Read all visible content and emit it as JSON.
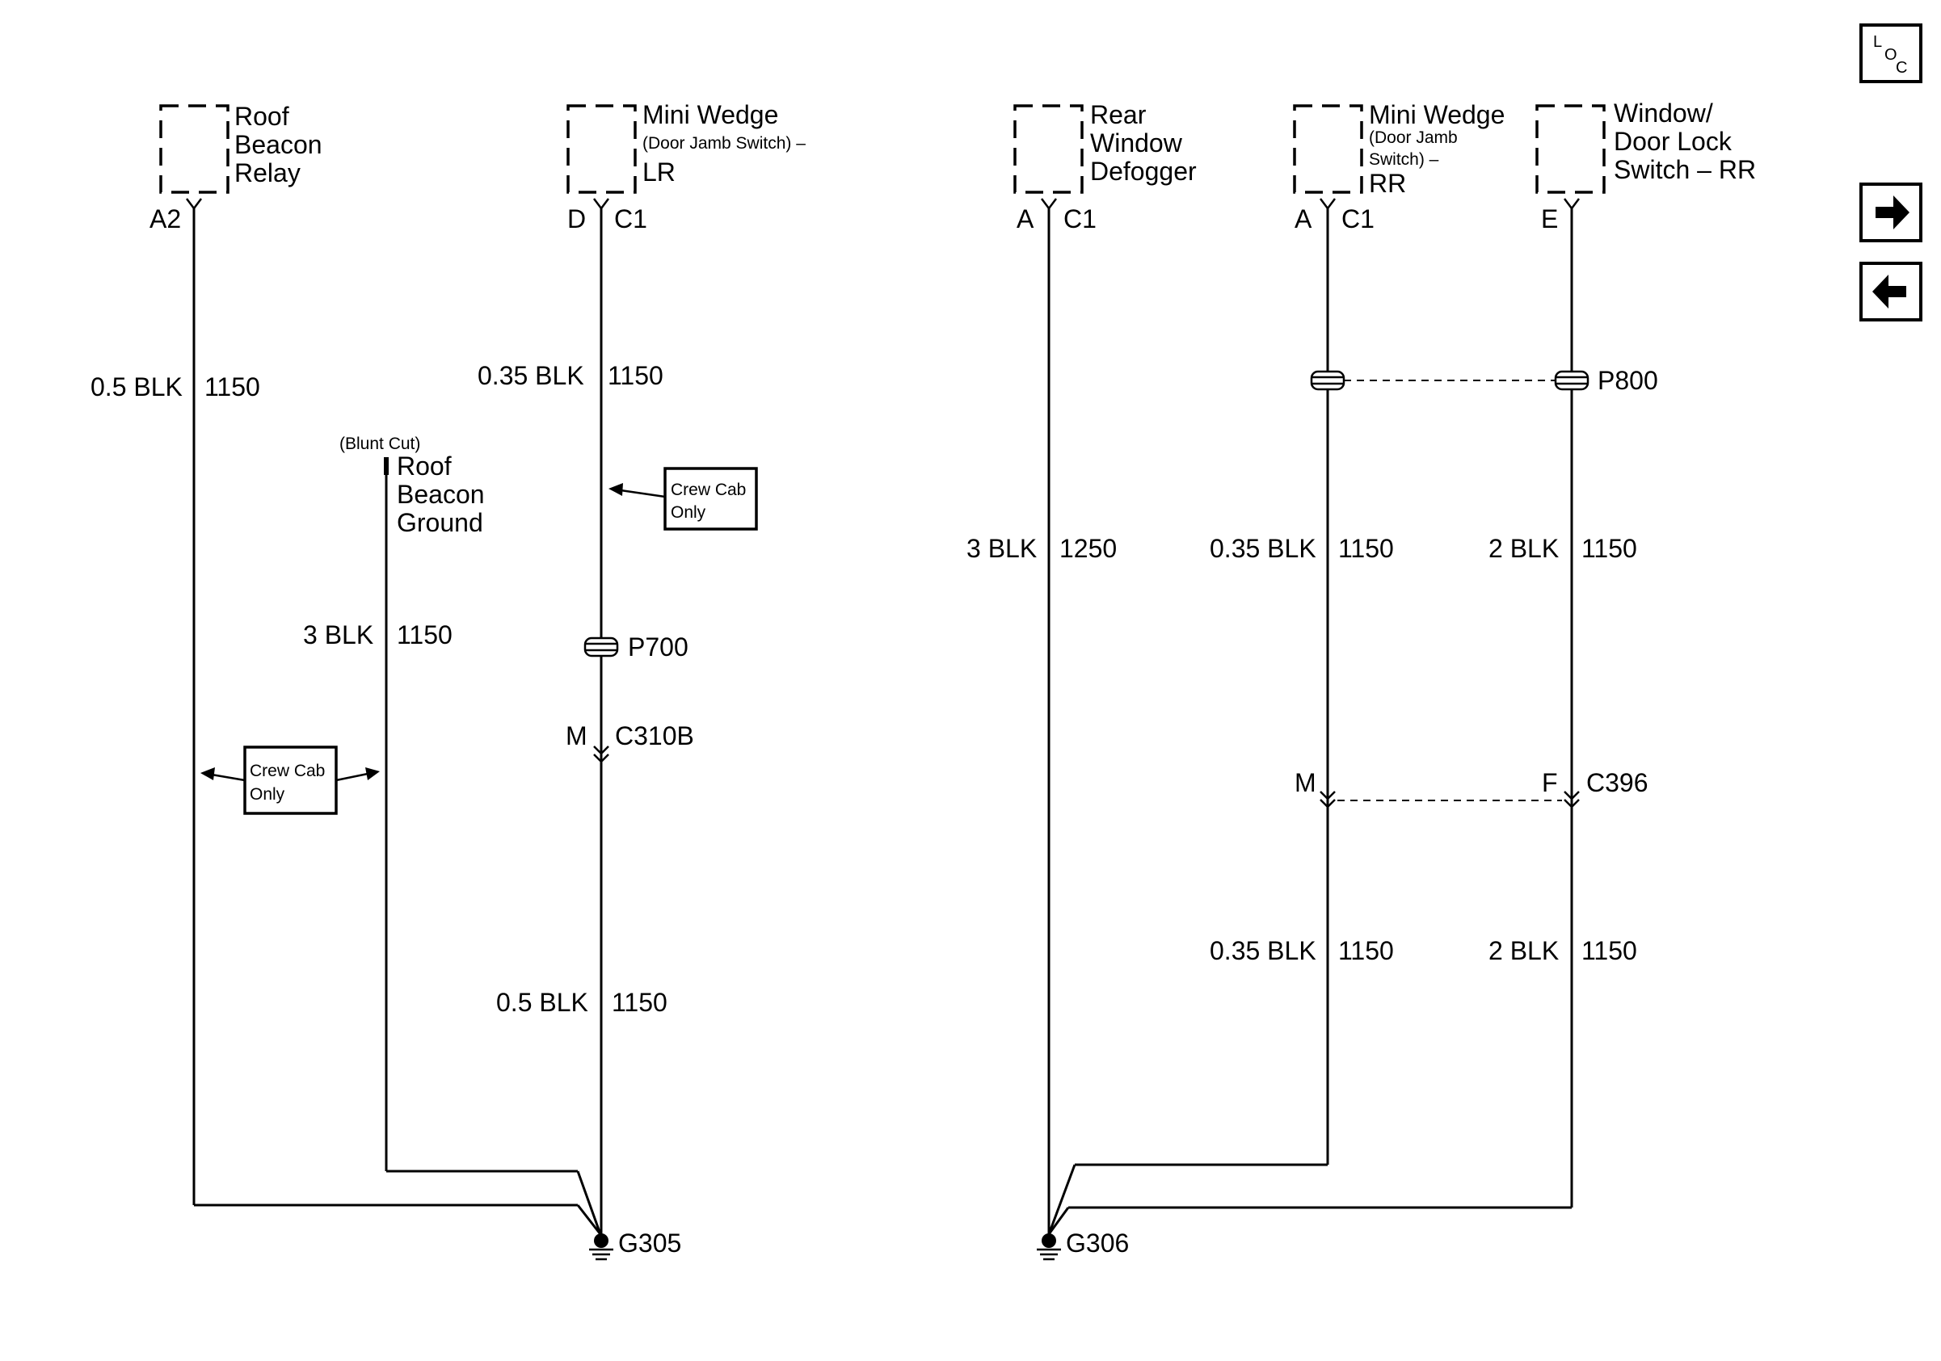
{
  "nav": {
    "loc_l": "L",
    "loc_o": "O",
    "loc_c": "C",
    "next_icon": "arrow-right-icon",
    "prev_icon": "arrow-left-icon"
  },
  "components": {
    "roof_beacon_relay": {
      "line1": "Roof",
      "line2": "Beacon",
      "line3": "Relay",
      "pin": "A2"
    },
    "mini_wedge_lr": {
      "line1": "Mini Wedge",
      "line2": "(Door Jamb Switch) –",
      "line3": "LR",
      "pin_left": "D",
      "pin_right": "C1"
    },
    "rear_window_defogger": {
      "line1": "Rear",
      "line2": "Window",
      "line3": "Defogger",
      "pin_left": "A",
      "pin_right": "C1"
    },
    "mini_wedge_rr": {
      "line1": "Mini Wedge",
      "line2": "(Door Jamb",
      "line3": "Switch) –",
      "line4": "RR",
      "pin_left": "A",
      "pin_right": "C1"
    },
    "window_door_lock_switch_rr": {
      "line1": "Window/",
      "line2": "Door Lock",
      "line3": "Switch – RR",
      "pin": "E"
    }
  },
  "roof_beacon_ground": {
    "note": "(Blunt Cut)",
    "line1": "Roof",
    "line2": "Beacon",
    "line3": "Ground"
  },
  "wires": {
    "w1": {
      "size_color": "0.5 BLK",
      "circuit": "1150"
    },
    "w2": {
      "size_color": "0.35 BLK",
      "circuit": "1150"
    },
    "w3": {
      "size_color": "3 BLK",
      "circuit": "1150"
    },
    "w4": {
      "size_color": "0.5 BLK",
      "circuit": "1150"
    },
    "w5": {
      "size_color": "3 BLK",
      "circuit": "1250"
    },
    "w6": {
      "size_color": "0.35 BLK",
      "circuit": "1150"
    },
    "w7": {
      "size_color": "2 BLK",
      "circuit": "1150"
    },
    "w8": {
      "size_color": "0.35 BLK",
      "circuit": "1150"
    },
    "w9": {
      "size_color": "2 BLK",
      "circuit": "1150"
    }
  },
  "notes": {
    "crew_cab_1": {
      "line1": "Crew Cab",
      "line2": "Only"
    },
    "crew_cab_2": {
      "line1": "Crew Cab",
      "line2": "Only"
    }
  },
  "connectors": {
    "p700": "P700",
    "p800": "P800",
    "c310b": {
      "pin": "M",
      "name": "C310B"
    },
    "c396": {
      "pin_left": "M",
      "pin_right": "F",
      "name": "C396"
    }
  },
  "grounds": {
    "g305": "G305",
    "g306": "G306"
  }
}
